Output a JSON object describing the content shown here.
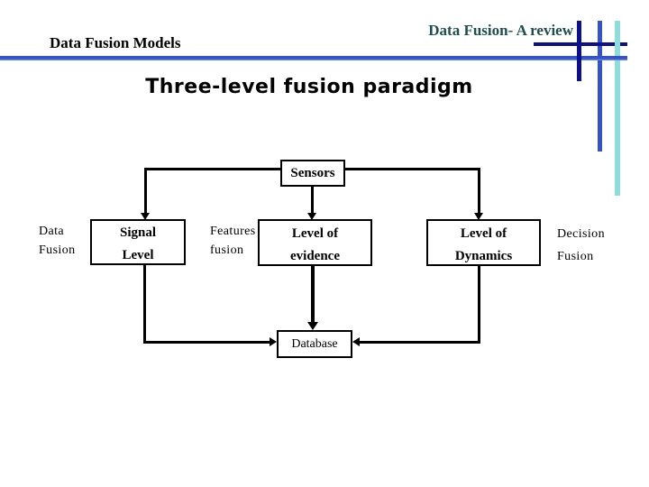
{
  "header": {
    "left_title": "Data Fusion Models",
    "right_title": "Data Fusion- A review"
  },
  "slide": {
    "title": "Three-level fusion paradigm"
  },
  "diagram": {
    "sensors_box": "Sensors",
    "signal_box": "Signal\nLevel",
    "evidence_box": "Level of\nevidence",
    "dynamics_box": "Level of\nDynamics",
    "database_box": "Database",
    "label_data_fusion": "Data\nFusion",
    "label_features_fusion": "Features\nfusion",
    "label_decision_fusion": "Decision\nFusion"
  },
  "colors": {
    "accent_blue": "#3453cb",
    "accent_navy": "#0b0f8a",
    "accent_cyan": "#8edcdc",
    "right_title_teal": "#1d4f4f",
    "diagram_black": "#000000",
    "background": "#ffffff"
  }
}
